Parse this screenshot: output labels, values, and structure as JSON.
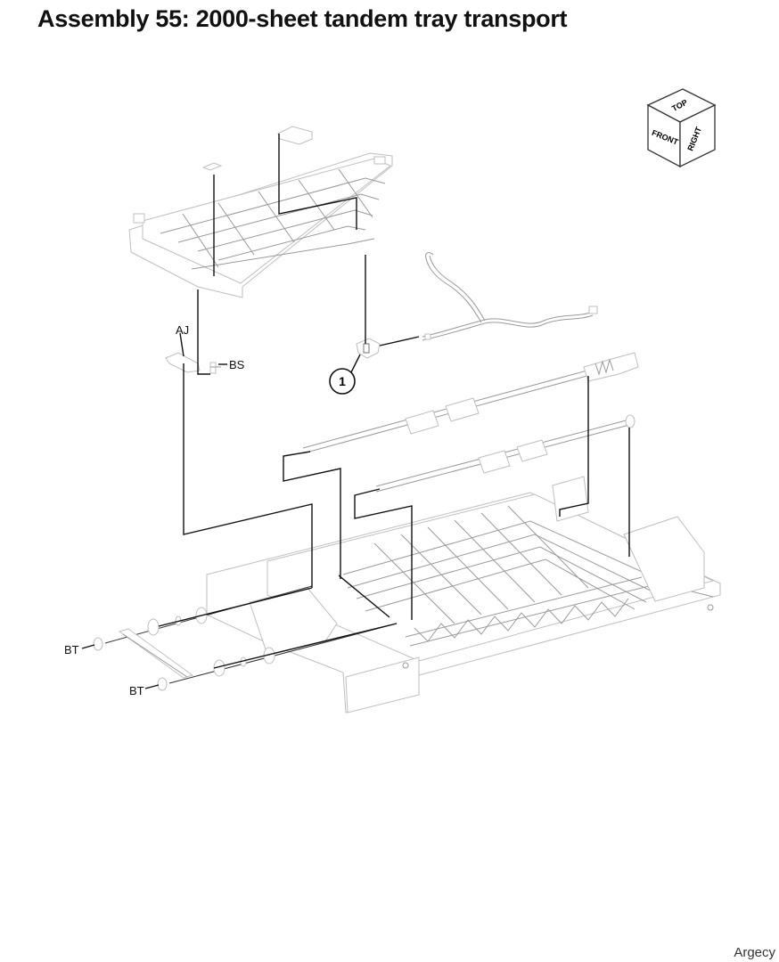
{
  "title": "Assembly 55: 2000-sheet tandem tray transport",
  "orientation_cube": {
    "top": "TOP",
    "front": "FRONT",
    "right": "RIGHT"
  },
  "callouts": {
    "item1": "1"
  },
  "reference_labels": {
    "aj": "AJ",
    "bs": "BS",
    "bt_upper": "BT",
    "bt_lower": "BT"
  },
  "watermark": "Argecy"
}
